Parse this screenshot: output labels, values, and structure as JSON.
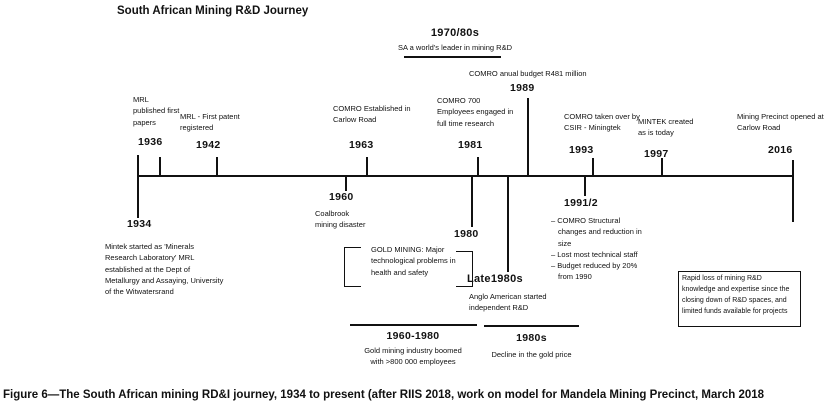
{
  "title": "South African Mining R&D Journey",
  "caption": "Figure 6—The South African mining RD&I journey, 1934 to present (after RIIS 2018, work on model for Mandela Mining Precinct, March 2018",
  "era": {
    "label": "1970/80s",
    "note": "SA a world's leader in mining R&D"
  },
  "budget_note": "COMRO anual budget R481 million",
  "events": {
    "y1934": {
      "year": "1934",
      "text": "Mintek started as 'Minerals Research Laboratory' MRL established at the Dept of Metallurgy and Assaying, University of the Witwatersrand"
    },
    "y1936": {
      "year": "1936",
      "text": "MRL published first papers"
    },
    "y1942": {
      "year": "1942",
      "text": "MRL - First patent registered"
    },
    "y1960": {
      "year": "1960",
      "text": "Coalbrook mining disaster"
    },
    "y1963": {
      "year": "1963",
      "text": "COMRO Established in Carlow Road"
    },
    "y1980": {
      "year": "1980"
    },
    "y1981": {
      "year": "1981",
      "text": "COMRO 700 Employees engaged in full time research"
    },
    "y1989": {
      "year": "1989"
    },
    "late1980s": {
      "year": "Late1980s",
      "text": "Anglo American started independent R&D"
    },
    "y1991": {
      "year": "1991/2",
      "bullets": [
        "– COMRO Structural changes and reduction in size",
        "– Lost most technical staff",
        "– Budget reduced by 20% from 1990"
      ]
    },
    "y1993": {
      "year": "1993",
      "text": "COMRO taken over by CSIR - Miningtek"
    },
    "y1997": {
      "year": "1997",
      "text": "MINTEK created as is today"
    },
    "y2016": {
      "year": "2016",
      "text": "Mining Precinct opened at Carlow Road"
    }
  },
  "gold_mining_note": "GOLD MINING: Major technological problems in health and safety",
  "periods": {
    "p1960_1980": {
      "label": "1960-1980",
      "text": "Gold mining industry boomed with >800 000 employees"
    },
    "p1980s": {
      "label": "1980s",
      "text": "Decline in the gold price"
    }
  },
  "loss_box": "Rapid loss of mining R&D knowledge and expertise since the closing down of R&D spaces, and limited funds available for projects",
  "colors": {
    "ink": "#111111",
    "background": "#ffffff"
  }
}
